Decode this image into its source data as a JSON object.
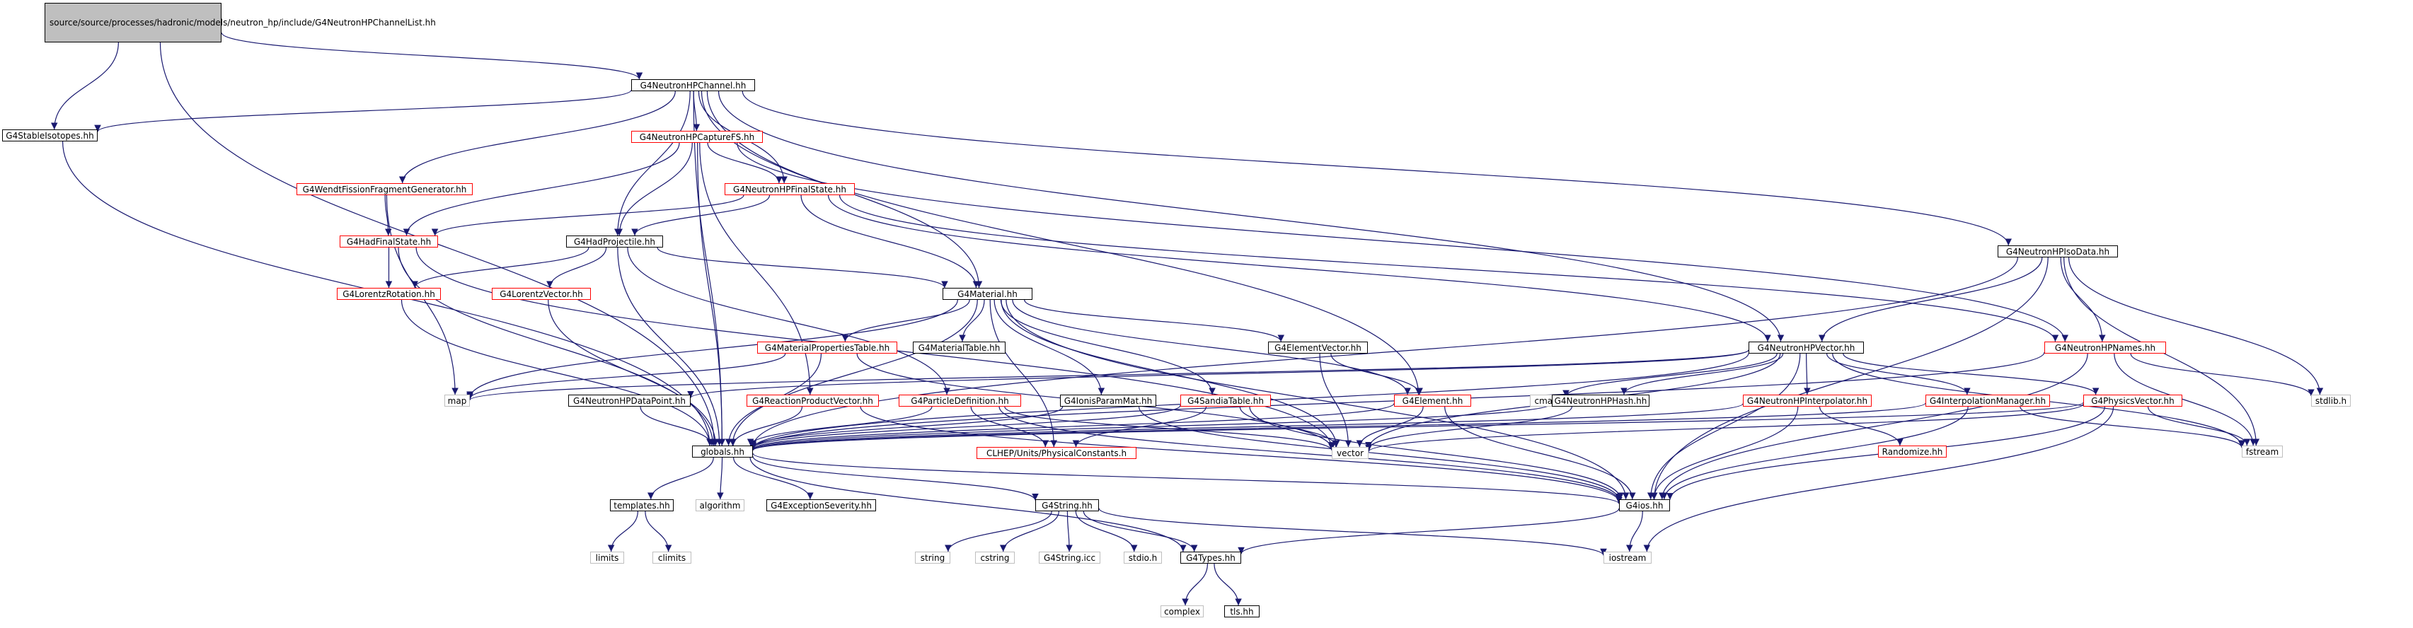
{
  "diagram": {
    "type": "include-dependency-graph",
    "colors": {
      "edge": "#191970",
      "node_border": "#000000",
      "node_red_border": "#ff0000",
      "node_gray_border": "#bfbfbf",
      "root_fill": "#bfbfbf"
    },
    "nodes": [
      {
        "id": "root",
        "label": "source/source/processes\n/hadronic/models/neutron\n_hp/include/G4NeutronHPChannelList.hh",
        "style": "root"
      },
      {
        "id": "channel",
        "label": "G4NeutronHPChannel.hh",
        "style": "black"
      },
      {
        "id": "stable",
        "label": "G4StableIsotopes.hh",
        "style": "black"
      },
      {
        "id": "capture",
        "label": "G4NeutronHPCaptureFS.hh",
        "style": "red"
      },
      {
        "id": "wendt",
        "label": "G4WendtFissionFragmentGenerator.hh",
        "style": "red"
      },
      {
        "id": "finalstate",
        "label": "G4NeutronHPFinalState.hh",
        "style": "red"
      },
      {
        "id": "hadfinal",
        "label": "G4HadFinalState.hh",
        "style": "red"
      },
      {
        "id": "hadproj",
        "label": "G4HadProjectile.hh",
        "style": "black"
      },
      {
        "id": "lorrot",
        "label": "G4LorentzRotation.hh",
        "style": "red"
      },
      {
        "id": "lorvec",
        "label": "G4LorentzVector.hh",
        "style": "red"
      },
      {
        "id": "material",
        "label": "G4Material.hh",
        "style": "black"
      },
      {
        "id": "isodata",
        "label": "G4NeutronHPIsoData.hh",
        "style": "black"
      },
      {
        "id": "matprop",
        "label": "G4MaterialPropertiesTable.hh",
        "style": "red"
      },
      {
        "id": "mattable",
        "label": "G4MaterialTable.hh",
        "style": "black"
      },
      {
        "id": "elemvec",
        "label": "G4ElementVector.hh",
        "style": "black"
      },
      {
        "id": "hpvector",
        "label": "G4NeutronHPVector.hh",
        "style": "black"
      },
      {
        "id": "hpnames",
        "label": "G4NeutronHPNames.hh",
        "style": "red"
      },
      {
        "id": "map",
        "label": "map",
        "style": "gray"
      },
      {
        "id": "cmath",
        "label": "cmath",
        "style": "gray"
      },
      {
        "id": "stdlib",
        "label": "stdlib.h",
        "style": "gray"
      },
      {
        "id": "datapoint",
        "label": "G4NeutronHPDataPoint.hh",
        "style": "black"
      },
      {
        "id": "reactvec",
        "label": "G4ReactionProductVector.hh",
        "style": "red"
      },
      {
        "id": "partdef",
        "label": "G4ParticleDefinition.hh",
        "style": "red"
      },
      {
        "id": "ionis",
        "label": "G4IonisParamMat.hh",
        "style": "black"
      },
      {
        "id": "sandia",
        "label": "G4SandiaTable.hh",
        "style": "red"
      },
      {
        "id": "element",
        "label": "G4Element.hh",
        "style": "red"
      },
      {
        "id": "hphash",
        "label": "G4NeutronHPHash.hh",
        "style": "black"
      },
      {
        "id": "interp",
        "label": "G4NeutronHPInterpolator.hh",
        "style": "red"
      },
      {
        "id": "interpmgr",
        "label": "G4InterpolationManager.hh",
        "style": "red"
      },
      {
        "id": "physvec",
        "label": "G4PhysicsVector.hh",
        "style": "red"
      },
      {
        "id": "globals",
        "label": "globals.hh",
        "style": "black"
      },
      {
        "id": "clhep",
        "label": "CLHEP/Units/PhysicalConstants.h",
        "style": "red"
      },
      {
        "id": "vector",
        "label": "vector",
        "style": "gray"
      },
      {
        "id": "randomize",
        "label": "Randomize.hh",
        "style": "red"
      },
      {
        "id": "fstream",
        "label": "fstream",
        "style": "gray"
      },
      {
        "id": "templates",
        "label": "templates.hh",
        "style": "black"
      },
      {
        "id": "algorithm",
        "label": "algorithm",
        "style": "gray"
      },
      {
        "id": "exception",
        "label": "G4ExceptionSeverity.hh",
        "style": "black"
      },
      {
        "id": "g4string",
        "label": "G4String.hh",
        "style": "black"
      },
      {
        "id": "g4ios",
        "label": "G4ios.hh",
        "style": "black"
      },
      {
        "id": "limits",
        "label": "limits",
        "style": "gray"
      },
      {
        "id": "climits",
        "label": "climits",
        "style": "gray"
      },
      {
        "id": "string",
        "label": "string",
        "style": "gray"
      },
      {
        "id": "cstring",
        "label": "cstring",
        "style": "gray"
      },
      {
        "id": "stringicc",
        "label": "G4String.icc",
        "style": "gray"
      },
      {
        "id": "stdio",
        "label": "stdio.h",
        "style": "gray"
      },
      {
        "id": "g4types",
        "label": "G4Types.hh",
        "style": "black"
      },
      {
        "id": "iostream",
        "label": "iostream",
        "style": "gray"
      },
      {
        "id": "complex",
        "label": "complex",
        "style": "gray"
      },
      {
        "id": "tls",
        "label": "tls.hh",
        "style": "black"
      }
    ],
    "edges": [
      [
        "root",
        "channel"
      ],
      [
        "root",
        "stable"
      ],
      [
        "root",
        "globals"
      ],
      [
        "channel",
        "stable"
      ],
      [
        "channel",
        "capture"
      ],
      [
        "channel",
        "wendt"
      ],
      [
        "channel",
        "finalstate"
      ],
      [
        "channel",
        "hadproj"
      ],
      [
        "channel",
        "material"
      ],
      [
        "channel",
        "isodata"
      ],
      [
        "channel",
        "hpvector"
      ],
      [
        "channel",
        "element"
      ],
      [
        "channel",
        "globals"
      ],
      [
        "stable",
        "globals"
      ],
      [
        "capture",
        "finalstate"
      ],
      [
        "capture",
        "hadfinal"
      ],
      [
        "capture",
        "hadproj"
      ],
      [
        "capture",
        "hpnames"
      ],
      [
        "capture",
        "reactvec"
      ],
      [
        "capture",
        "globals"
      ],
      [
        "wendt",
        "hadfinal"
      ],
      [
        "wendt",
        "map"
      ],
      [
        "finalstate",
        "hadfinal"
      ],
      [
        "finalstate",
        "hadproj"
      ],
      [
        "finalstate",
        "material"
      ],
      [
        "finalstate",
        "hpvector"
      ],
      [
        "finalstate",
        "hpnames"
      ],
      [
        "hadfinal",
        "lorrot"
      ],
      [
        "hadfinal",
        "globals"
      ],
      [
        "hadfinal",
        "vector"
      ],
      [
        "hadproj",
        "lorrot"
      ],
      [
        "hadproj",
        "lorvec"
      ],
      [
        "hadproj",
        "material"
      ],
      [
        "hadproj",
        "partdef"
      ],
      [
        "hadproj",
        "globals"
      ],
      [
        "lorrot",
        "globals"
      ],
      [
        "lorvec",
        "globals"
      ],
      [
        "material",
        "matprop"
      ],
      [
        "material",
        "mattable"
      ],
      [
        "material",
        "elemvec"
      ],
      [
        "material",
        "ionis"
      ],
      [
        "material",
        "sandia"
      ],
      [
        "material",
        "element"
      ],
      [
        "material",
        "clhep"
      ],
      [
        "material",
        "map"
      ],
      [
        "material",
        "vector"
      ],
      [
        "material",
        "globals"
      ],
      [
        "material",
        "g4ios"
      ],
      [
        "isodata",
        "hpvector"
      ],
      [
        "isodata",
        "hpnames"
      ],
      [
        "isodata",
        "stdlib"
      ],
      [
        "isodata",
        "fstream"
      ],
      [
        "isodata",
        "g4ios"
      ],
      [
        "isodata",
        "globals"
      ],
      [
        "matprop",
        "map"
      ],
      [
        "matprop",
        "vector"
      ],
      [
        "matprop",
        "globals"
      ],
      [
        "elemvec",
        "element"
      ],
      [
        "elemvec",
        "vector"
      ],
      [
        "hpvector",
        "datapoint"
      ],
      [
        "hpvector",
        "hphash"
      ],
      [
        "hpvector",
        "interp"
      ],
      [
        "hpvector",
        "interpmgr"
      ],
      [
        "hpvector",
        "physvec"
      ],
      [
        "hpvector",
        "cmath"
      ],
      [
        "hpvector",
        "map"
      ],
      [
        "hpvector",
        "vector"
      ],
      [
        "hpvector",
        "fstream"
      ],
      [
        "hpvector",
        "globals"
      ],
      [
        "hpvector",
        "g4ios"
      ],
      [
        "hpnames",
        "stdlib"
      ],
      [
        "hpnames",
        "fstream"
      ],
      [
        "hpnames",
        "g4ios"
      ],
      [
        "hpnames",
        "globals"
      ],
      [
        "datapoint",
        "globals"
      ],
      [
        "reactvec",
        "globals"
      ],
      [
        "reactvec",
        "g4ios"
      ],
      [
        "partdef",
        "globals"
      ],
      [
        "partdef",
        "clhep"
      ],
      [
        "partdef",
        "vector"
      ],
      [
        "partdef",
        "g4ios"
      ],
      [
        "ionis",
        "globals"
      ],
      [
        "ionis",
        "g4ios"
      ],
      [
        "sandia",
        "globals"
      ],
      [
        "sandia",
        "clhep"
      ],
      [
        "sandia",
        "vector"
      ],
      [
        "sandia",
        "g4ios"
      ],
      [
        "element",
        "globals"
      ],
      [
        "element",
        "vector"
      ],
      [
        "element",
        "g4ios"
      ],
      [
        "hphash",
        "globals"
      ],
      [
        "hphash",
        "vector"
      ],
      [
        "interp",
        "globals"
      ],
      [
        "interp",
        "randomize"
      ],
      [
        "interp",
        "g4ios"
      ],
      [
        "interpmgr",
        "globals"
      ],
      [
        "interpmgr",
        "fstream"
      ],
      [
        "interpmgr",
        "g4ios"
      ],
      [
        "physvec",
        "globals"
      ],
      [
        "physvec",
        "vector"
      ],
      [
        "physvec",
        "fstream"
      ],
      [
        "physvec",
        "iostream"
      ],
      [
        "physvec",
        "g4ios"
      ],
      [
        "globals",
        "templates"
      ],
      [
        "globals",
        "algorithm"
      ],
      [
        "globals",
        "exception"
      ],
      [
        "globals",
        "g4string"
      ],
      [
        "globals",
        "g4ios"
      ],
      [
        "globals",
        "g4types"
      ],
      [
        "templates",
        "limits"
      ],
      [
        "templates",
        "climits"
      ],
      [
        "g4string",
        "string"
      ],
      [
        "g4string",
        "cstring"
      ],
      [
        "g4string",
        "stringicc"
      ],
      [
        "g4string",
        "stdio"
      ],
      [
        "g4string",
        "g4types"
      ],
      [
        "g4string",
        "iostream"
      ],
      [
        "g4ios",
        "g4types"
      ],
      [
        "g4ios",
        "iostream"
      ],
      [
        "g4types",
        "complex"
      ],
      [
        "g4types",
        "tls"
      ]
    ]
  }
}
